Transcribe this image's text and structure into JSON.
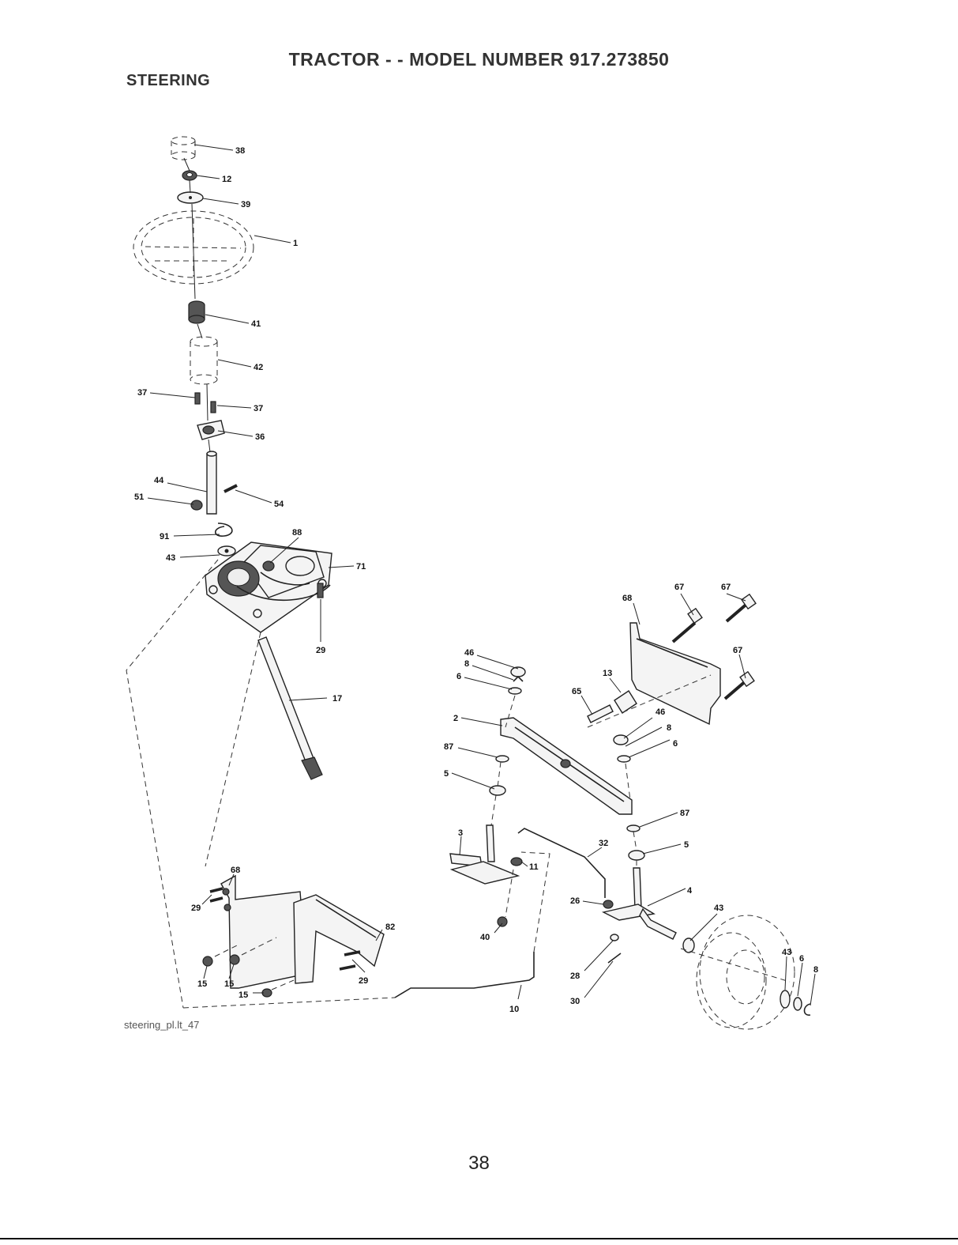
{
  "header": {
    "title": "TRACTOR - - MODEL NUMBER 917.273850",
    "section": "STEERING"
  },
  "figure": {
    "caption": "steering_pl.lt_47",
    "callouts": [
      {
        "id": "c38a",
        "text": "38"
      },
      {
        "id": "c12",
        "text": "12"
      },
      {
        "id": "c39",
        "text": "39"
      },
      {
        "id": "c1",
        "text": "1"
      },
      {
        "id": "c41",
        "text": "41"
      },
      {
        "id": "c42",
        "text": "42"
      },
      {
        "id": "c37a",
        "text": "37"
      },
      {
        "id": "c37b",
        "text": "37"
      },
      {
        "id": "c36",
        "text": "36"
      },
      {
        "id": "c44",
        "text": "44"
      },
      {
        "id": "c51",
        "text": "51"
      },
      {
        "id": "c54",
        "text": "54"
      },
      {
        "id": "c91",
        "text": "91"
      },
      {
        "id": "c88",
        "text": "88"
      },
      {
        "id": "c43a",
        "text": "43"
      },
      {
        "id": "c71",
        "text": "71"
      },
      {
        "id": "c29a",
        "text": "29"
      },
      {
        "id": "c17",
        "text": "17"
      },
      {
        "id": "c68a",
        "text": "68"
      },
      {
        "id": "c67a",
        "text": "67"
      },
      {
        "id": "c67b",
        "text": "67"
      },
      {
        "id": "c67c",
        "text": "67"
      },
      {
        "id": "c13",
        "text": "13"
      },
      {
        "id": "c65",
        "text": "65"
      },
      {
        "id": "c46a",
        "text": "46"
      },
      {
        "id": "c8a",
        "text": "8"
      },
      {
        "id": "c6a",
        "text": "6"
      },
      {
        "id": "c2",
        "text": "2"
      },
      {
        "id": "c87a",
        "text": "87"
      },
      {
        "id": "c5a",
        "text": "5"
      },
      {
        "id": "c46b",
        "text": "46"
      },
      {
        "id": "c8b",
        "text": "8"
      },
      {
        "id": "c6b",
        "text": "6"
      },
      {
        "id": "c87b",
        "text": "87"
      },
      {
        "id": "c5b",
        "text": "5"
      },
      {
        "id": "c3",
        "text": "3"
      },
      {
        "id": "c32",
        "text": "32"
      },
      {
        "id": "c11",
        "text": "11"
      },
      {
        "id": "c4",
        "text": "4"
      },
      {
        "id": "c26",
        "text": "26"
      },
      {
        "id": "c43b",
        "text": "43"
      },
      {
        "id": "c40",
        "text": "40"
      },
      {
        "id": "c28",
        "text": "28"
      },
      {
        "id": "c30",
        "text": "30"
      },
      {
        "id": "c43c",
        "text": "43"
      },
      {
        "id": "c6c",
        "text": "6"
      },
      {
        "id": "c8c",
        "text": "8"
      },
      {
        "id": "c68b",
        "text": "68"
      },
      {
        "id": "c29b",
        "text": "29"
      },
      {
        "id": "c82",
        "text": "82"
      },
      {
        "id": "c29c",
        "text": "29"
      },
      {
        "id": "c15a",
        "text": "15"
      },
      {
        "id": "c15b",
        "text": "15"
      },
      {
        "id": "c15c",
        "text": "15"
      },
      {
        "id": "c10",
        "text": "10"
      }
    ]
  },
  "footer": {
    "page_number": "38"
  }
}
